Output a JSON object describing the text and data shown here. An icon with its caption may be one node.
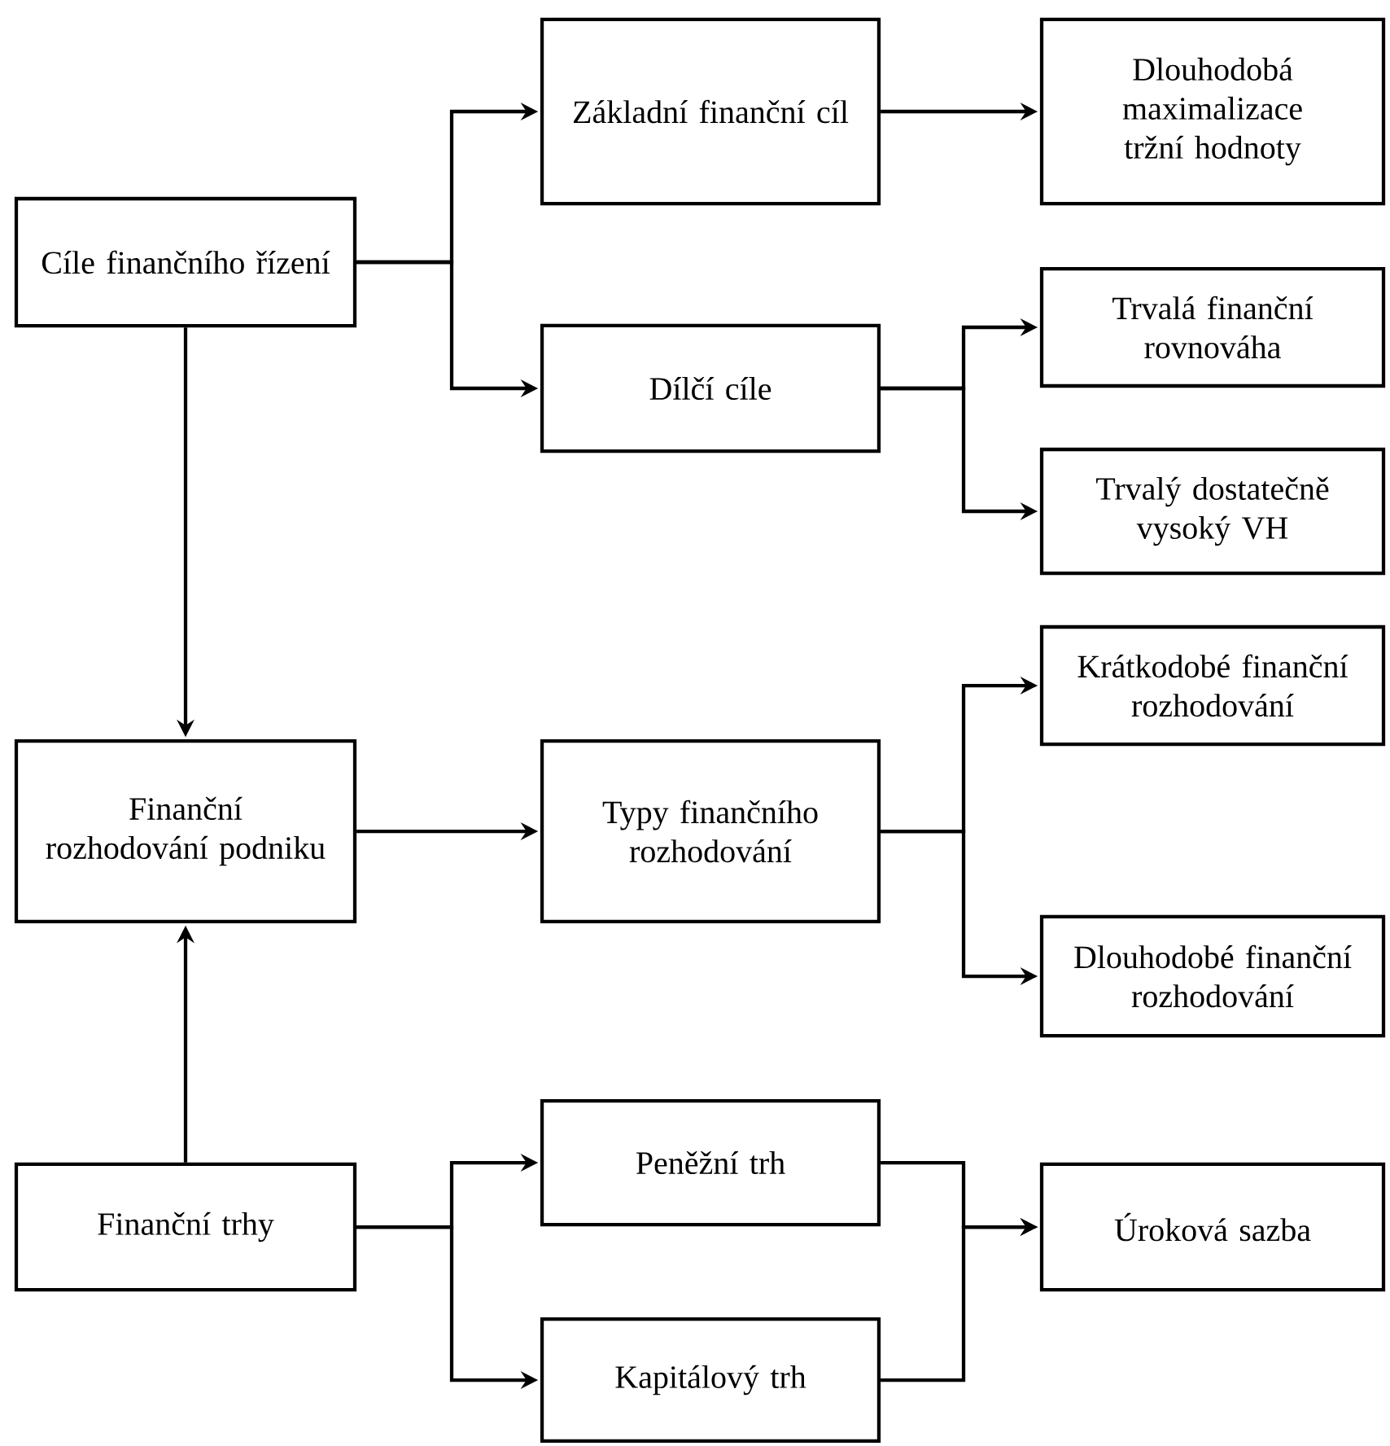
{
  "diagram": {
    "nodes": [
      {
        "text": [
          "Cíle finančního řízení"
        ]
      },
      {
        "text": [
          "Základní finanční cíl"
        ]
      },
      {
        "text": [
          "Dílčí cíle"
        ]
      },
      {
        "text": [
          "Dlouhodobá maximalizace tržní hodnoty"
        ]
      },
      {
        "text": [
          "Trvalá finanční rovnováha"
        ]
      },
      {
        "text": [
          "Trvalý dostatečně vysoký VH"
        ]
      },
      {
        "text": [
          "Finanční rozhodování podniku"
        ]
      },
      {
        "text": [
          "Typy finančního rozhodování"
        ]
      },
      {
        "text": [
          "Krátkodobé finanční rozhodování"
        ]
      },
      {
        "text": [
          "Dlouhodobé finanční rozhodování"
        ]
      },
      {
        "text": [
          "Finanční trhy"
        ]
      },
      {
        "text": [
          "Peněžní trh"
        ]
      },
      {
        "text": [
          "Kapitálový trh"
        ]
      },
      {
        "text": [
          "Úroková sazba"
        ]
      }
    ],
    "edges": [
      {
        "from": 0,
        "to": 1,
        "arrow": "to"
      },
      {
        "from": 0,
        "to": 2,
        "arrow": "to"
      },
      {
        "from": 1,
        "to": 3,
        "arrow": "to"
      },
      {
        "from": 2,
        "to": 4,
        "arrow": "to"
      },
      {
        "from": 2,
        "to": 5,
        "arrow": "to"
      },
      {
        "from": 0,
        "to": 6,
        "arrow": "to"
      },
      {
        "from": 6,
        "to": 7,
        "arrow": "to"
      },
      {
        "from": 7,
        "to": 8,
        "arrow": "to"
      },
      {
        "from": 7,
        "to": 9,
        "arrow": "to"
      },
      {
        "from": 10,
        "to": 6,
        "arrow": "to"
      },
      {
        "from": 10,
        "to": 11,
        "arrow": "to"
      },
      {
        "from": 10,
        "to": 12,
        "arrow": "to"
      },
      {
        "from": 11,
        "to": 13,
        "arrow": "to"
      },
      {
        "from": 12,
        "to": 13,
        "arrow": "to"
      }
    ]
  }
}
